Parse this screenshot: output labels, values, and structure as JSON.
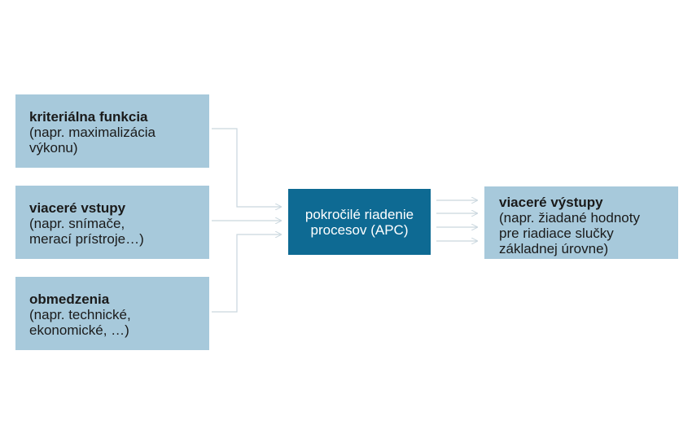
{
  "diagram": {
    "inputs": [
      {
        "id": "kriterialna",
        "title": "kriteriálna funkcia",
        "desc": "(napr. maximalizácia\nvýkonu)"
      },
      {
        "id": "vstupy",
        "title": "viaceré vstupy",
        "desc": "(napr. snímače,\nmerací prístroje…)"
      },
      {
        "id": "obmedzenia",
        "title": "obmedzenia",
        "desc": "(napr. technické,\nekonomické, …)"
      }
    ],
    "center": {
      "label": "pokročilé riadenie\nprocesov (APC)"
    },
    "output": {
      "title": "viaceré výstupy",
      "desc": "(napr. žiadané hodnoty\npre riadiace slučky\nzákladnej úrovne)"
    },
    "colors": {
      "input_box": "#a7c9db",
      "center_box": "#0e6a93",
      "connector": "#c9d6de"
    }
  }
}
